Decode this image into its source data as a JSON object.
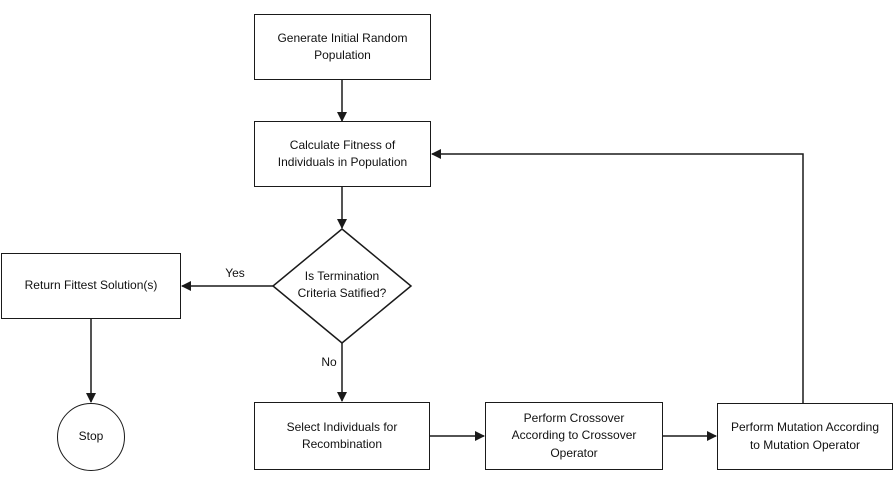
{
  "nodes": {
    "generate": "Generate Initial Random\nPopulation",
    "fitness": "Calculate Fitness of\nIndividuals in Population",
    "termination": "Is Termination\nCriteria Satified?",
    "return_fittest": "Return Fittest Solution(s)",
    "stop": "Stop",
    "select": "Select Individuals for\nRecombination",
    "crossover": "Perform Crossover\nAccording to Crossover\nOperator",
    "mutation": "Perform Mutation According\nto Mutation Operator"
  },
  "edge_labels": {
    "yes": "Yes",
    "no": "No"
  }
}
